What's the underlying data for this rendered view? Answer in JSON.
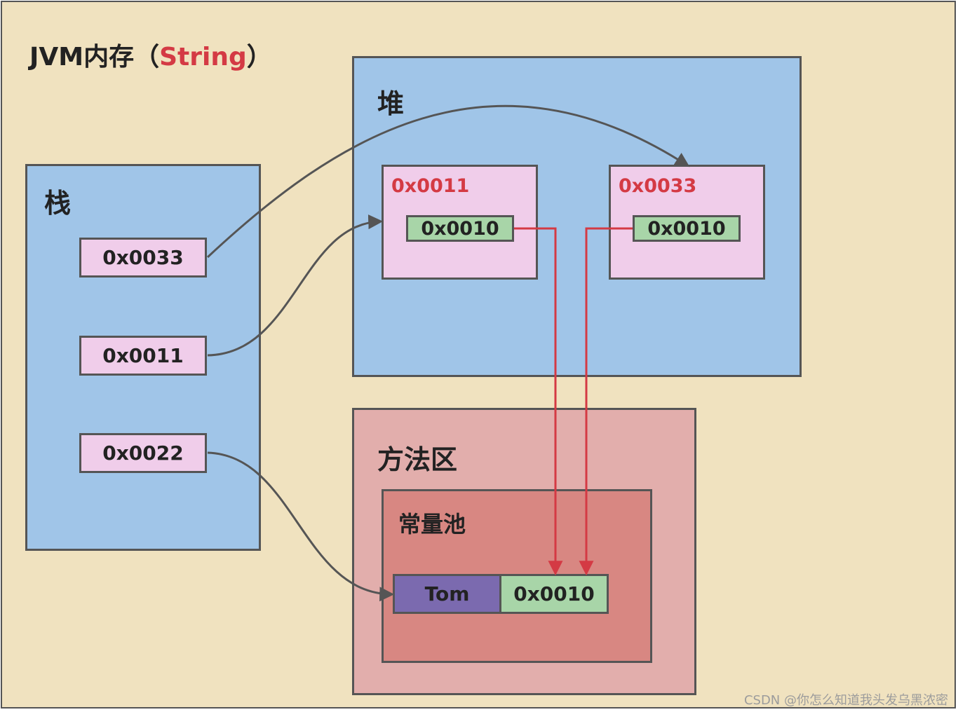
{
  "title": {
    "prefix": "JVM内存（",
    "highlight": "String",
    "suffix": "）"
  },
  "stack": {
    "label": "栈",
    "vars": [
      "0x0033",
      "0x0011",
      "0x0022"
    ]
  },
  "heap": {
    "label": "堆",
    "objects": [
      {
        "address": "0x0011",
        "field": "0x0010"
      },
      {
        "address": "0x0033",
        "field": "0x0010"
      }
    ]
  },
  "method_area": {
    "label": "方法区",
    "constant_pool": {
      "label": "常量池",
      "entry": {
        "value": "Tom",
        "address": "0x0010"
      }
    }
  },
  "watermark": "CSDN @你怎么知道我头发乌黑浓密",
  "colors": {
    "background": "#f0e2bf",
    "stack_heap_fill": "#a0c5e8",
    "method_area_fill": "#e2aeac",
    "constant_pool_fill": "#d88782",
    "pink_box": "#f0cdea",
    "green_box": "#a8d5a8",
    "purple_box": "#7b6aaf",
    "accent_red": "#d43a44",
    "arrow_gray": "#555555"
  }
}
